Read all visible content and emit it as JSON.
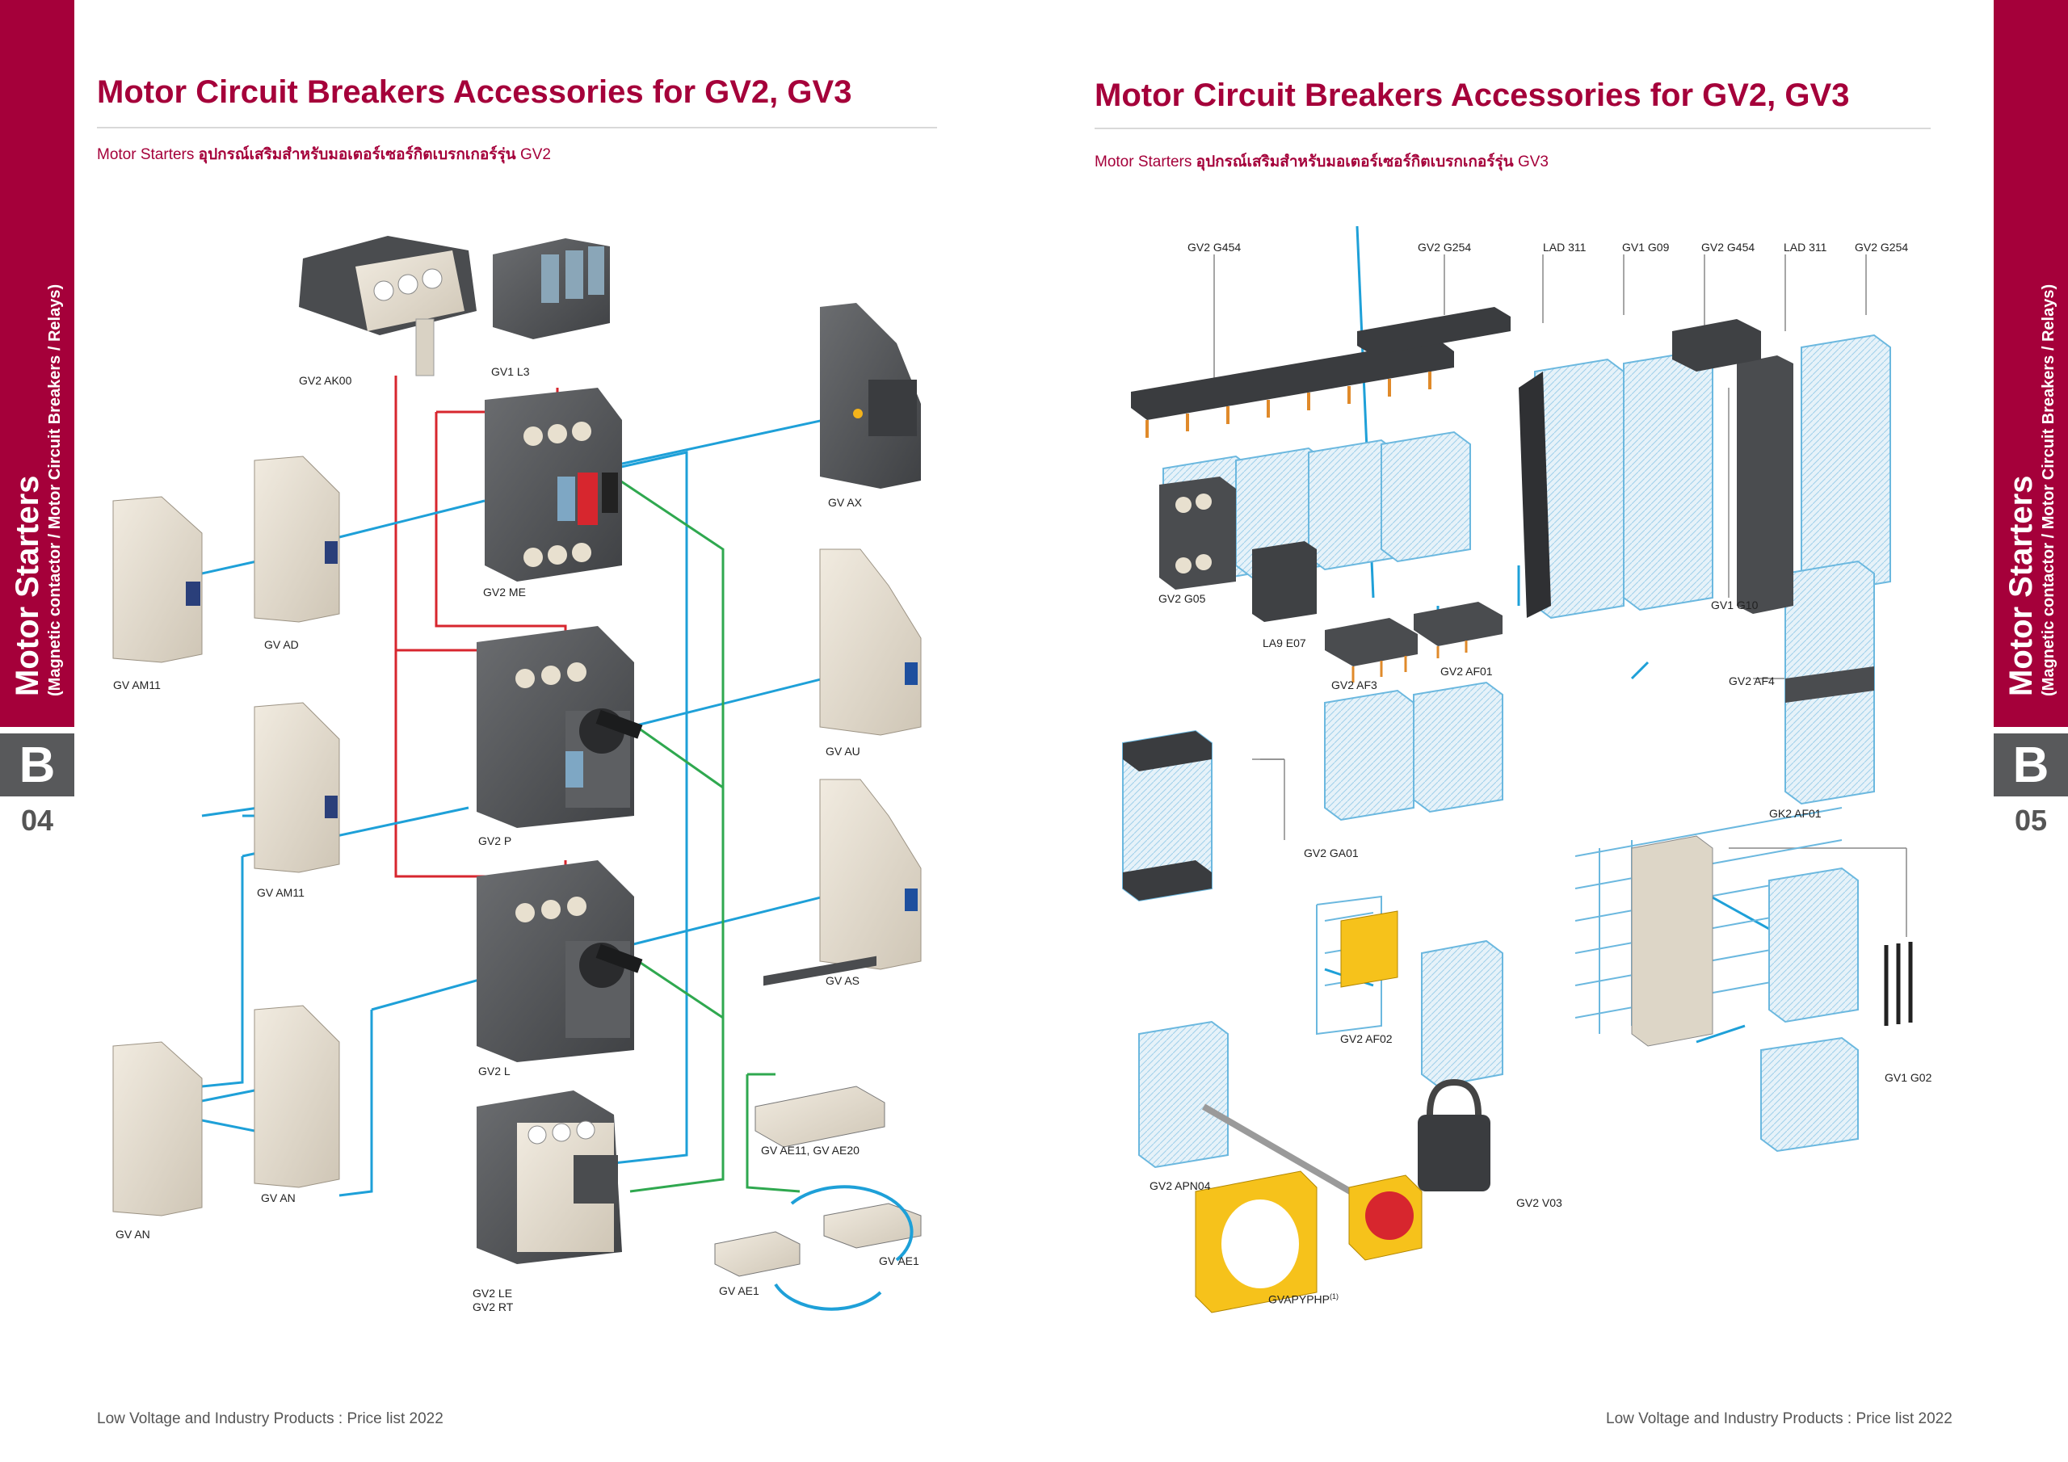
{
  "left": {
    "title": "Motor Circuit Breakers Accessories for GV2, GV3",
    "subtitle_prefix": "Motor Starters",
    "subtitle_thai": "อุปกรณ์เสริมสำหรับมอเตอร์เซอร์กิตเบรกเกอร์รุ่น",
    "subtitle_model": "GV2",
    "page_number": "04",
    "section_letter": "B",
    "side_title": "Motor Starters",
    "side_subtitle": "(Magnetic contactor / Motor Circuit Breakers / Relays)",
    "footer": "Low Voltage and Industry Products : Price list 2022",
    "labels": {
      "gv2_ak00": "GV2 AK00",
      "gv1_l3": "GV1 L3",
      "gv_ax": "GV AX",
      "gv2_me": "GV2 ME",
      "gv_ad": "GV AD",
      "gv_am11_a": "GV AM11",
      "gv_au": "GV AU",
      "gv2_p": "GV2 P",
      "gv_am11_b": "GV AM11",
      "gv_as": "GV AS",
      "gv2_l": "GV2 L",
      "gv_ae11_ae20": "GV AE11, GV AE20",
      "gv_an_a": "GV AN",
      "gv_an_b": "GV AN",
      "gv2_le": "GV2 LE",
      "gv2_rt": "GV2 RT",
      "gv_ae1_a": "GV AE1",
      "gv_ae1_b": "GV AE1"
    }
  },
  "right": {
    "title": "Motor Circuit Breakers Accessories for GV2, GV3",
    "subtitle_prefix": "Motor Starters",
    "subtitle_thai": "อุปกรณ์เสริมสำหรับมอเตอร์เซอร์กิตเบรกเกอร์รุ่น",
    "subtitle_model": "GV3",
    "page_number": "05",
    "section_letter": "B",
    "side_title": "Motor Starters",
    "side_subtitle": "(Magnetic contactor / Motor Circuit Breakers / Relays)",
    "footer": "Low Voltage and Industry Products : Price list 2022",
    "labels": {
      "gv2_g454_a": "GV2 G454",
      "gv2_g254_a": "GV2 G254",
      "lad_311_a": "LAD 311",
      "gv1_g09": "GV1 G09",
      "gv2_g454_b": "GV2 G454",
      "lad_311_b": "LAD 311",
      "gv2_g254_b": "GV2 G254",
      "gv2_g05": "GV2 G05",
      "la9_e07": "LA9 E07",
      "gv1_g10": "GV1 G10",
      "gv2_af3": "GV2 AF3",
      "gv2_af01": "GV2 AF01",
      "gv2_af4": "GV2 AF4",
      "gv2_ga01": "GV2 GA01",
      "gk2_af01": "GK2 AF01",
      "gv2_af02": "GV2 AF02",
      "gv1_g02": "GV1 G02",
      "gv2_apn04": "GV2 APN04",
      "gv2_v03": "GV2 V03",
      "gvapyphp": "GVAPYPHP",
      "gvapyphp_sup": "(1)"
    }
  },
  "colors": {
    "brand": "#a5003a",
    "tab_grey": "#58595b",
    "wire_red": "#d7262e",
    "wire_blue": "#1ea0d8",
    "wire_green": "#2fa84f",
    "leader_grey": "#888888"
  }
}
